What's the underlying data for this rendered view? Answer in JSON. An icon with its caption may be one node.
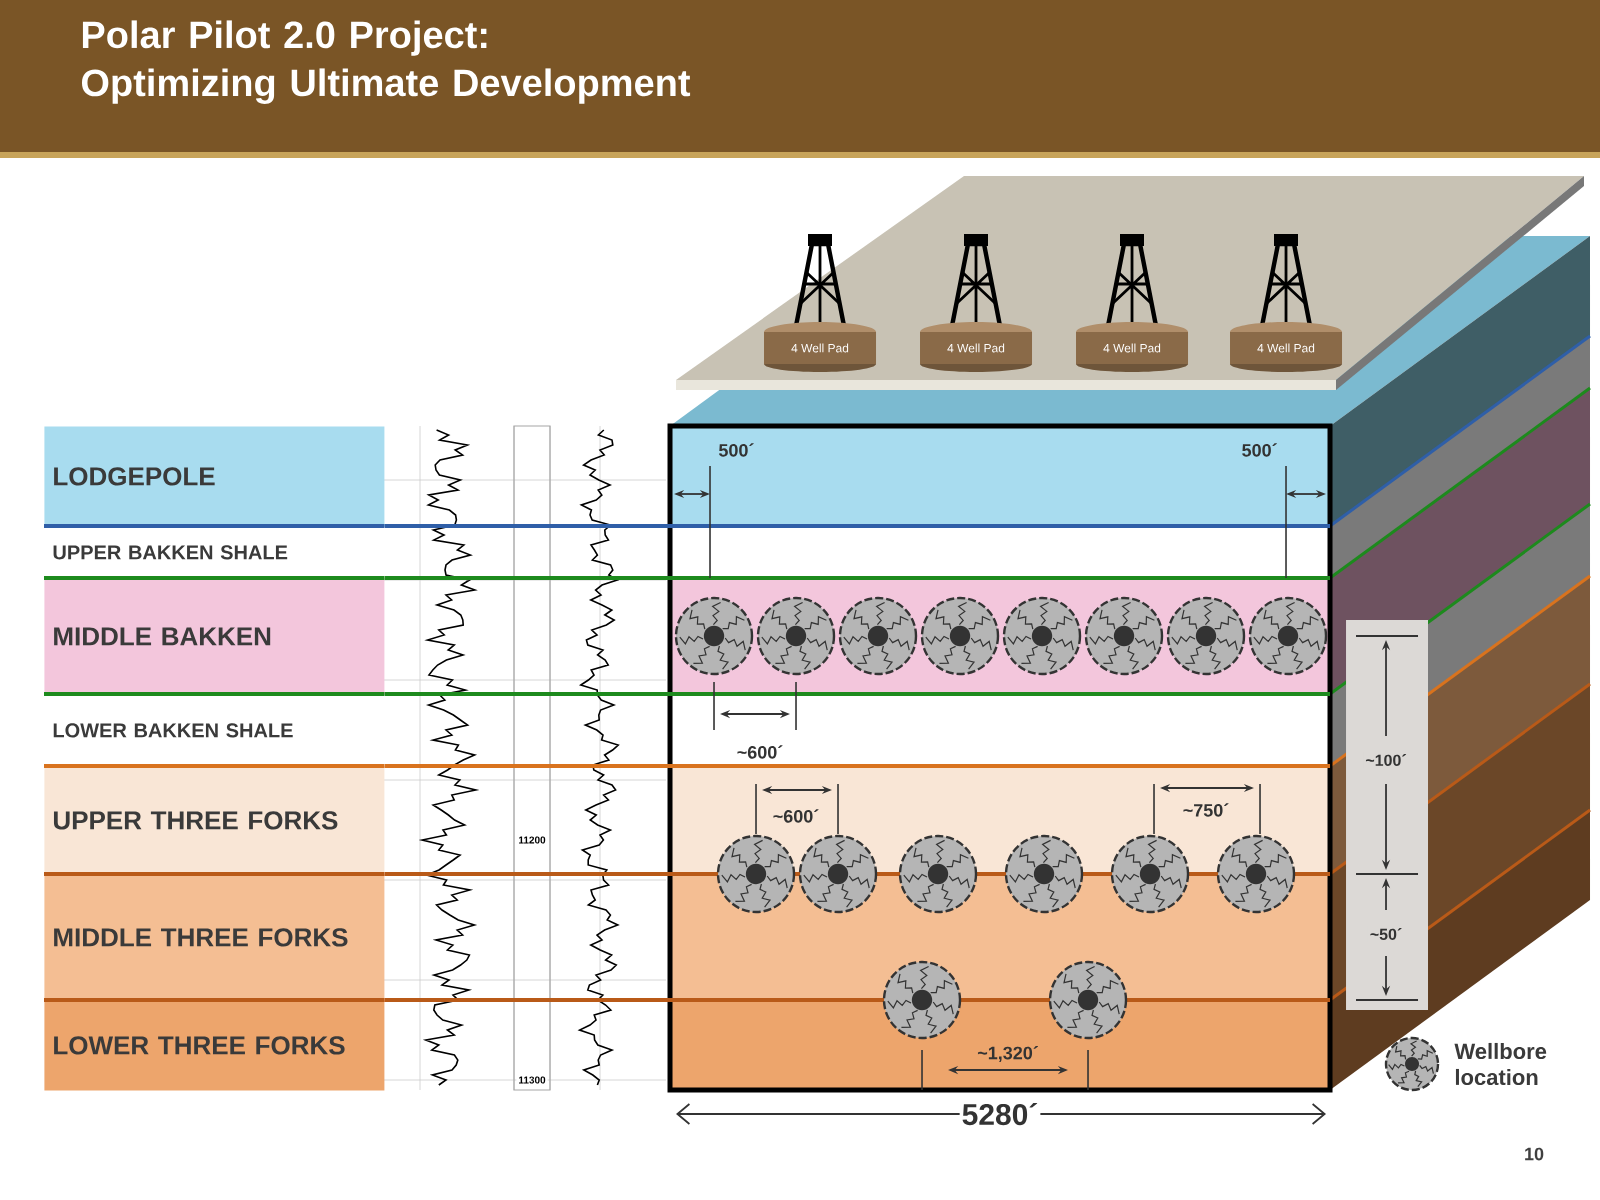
{
  "diagram": {
    "title": "Polar Pilot 2.0 Project: Optimizing Ultimate Development",
    "nodes": [
      {
        "text": [
          "4 Well Pad"
        ]
      },
      {
        "text": [
          "4 Well Pad"
        ]
      },
      {
        "text": [
          "4 Well Pad"
        ]
      },
      {
        "text": [
          "4 Well Pad"
        ]
      },
      {
        "text": [
          "LODGEPOLE"
        ]
      },
      {
        "text": [
          "UPPER BAKKEN SHALE"
        ]
      },
      {
        "text": [
          "MIDDLE BAKKEN"
        ]
      },
      {
        "text": [
          "LOWER BAKKEN SHALE"
        ]
      },
      {
        "text": [
          "UPPER THREE FORKS"
        ]
      },
      {
        "text": [
          "MIDDLE THREE FORKS"
        ]
      },
      {
        "text": [
          "LOWER THREE FORKS"
        ]
      }
    ],
    "edges": [],
    "labels": [
      "500´",
      "500´",
      "~600´",
      "~600´",
      "~750´",
      "~1,320´",
      "5280´",
      "~100´",
      "~50´",
      "11200",
      "11300",
      "10"
    ],
    "legend": [
      {
        "text": "Wellbore location"
      }
    ]
  }
}
